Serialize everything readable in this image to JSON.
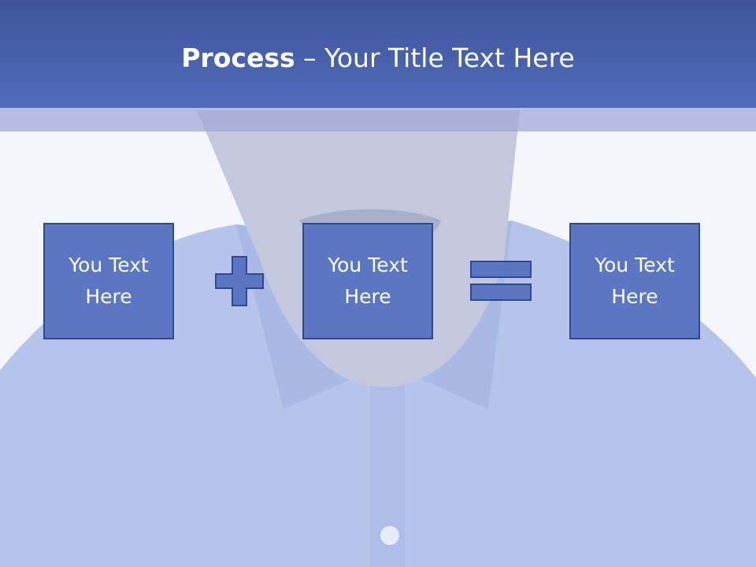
{
  "slide": {
    "title_bold": "Process",
    "title_rest": " – Your Title Text Here"
  },
  "process": {
    "boxes": [
      {
        "line1": "You Text",
        "line2": "Here"
      },
      {
        "line1": "You Text",
        "line2": "Here"
      },
      {
        "line1": "You Text",
        "line2": "Here"
      }
    ],
    "operators": [
      "plus-icon",
      "equals-icon"
    ]
  },
  "colors": {
    "title_bar": "#4a63ad",
    "box_fill": "#5b76c2",
    "box_border": "#30488c",
    "text": "#ffffff"
  }
}
